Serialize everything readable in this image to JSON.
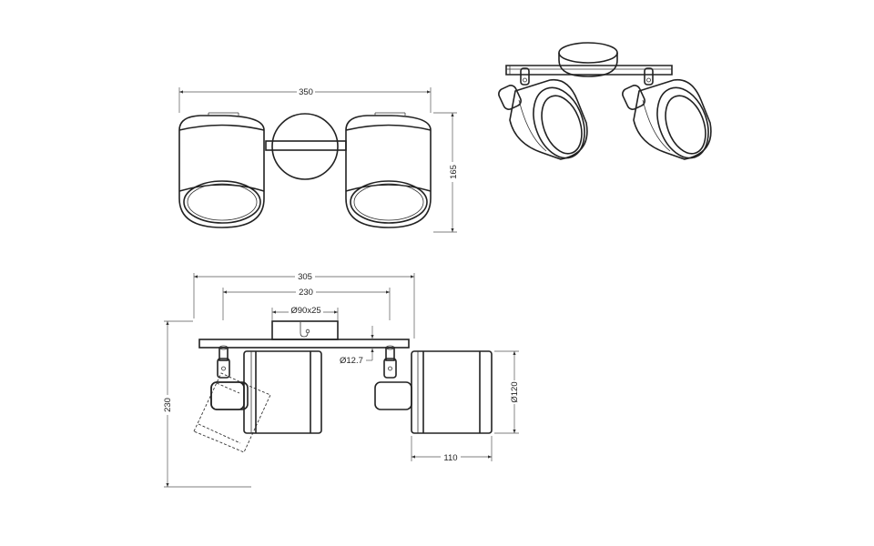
{
  "dimensions": {
    "top_width": "350",
    "top_height": "165",
    "front_overall": "305",
    "front_center": "230",
    "front_base": "Ø90x25",
    "front_arm": "Ø12.7",
    "front_height": "230",
    "shade_diameter": "Ø120",
    "shade_length": "110"
  }
}
